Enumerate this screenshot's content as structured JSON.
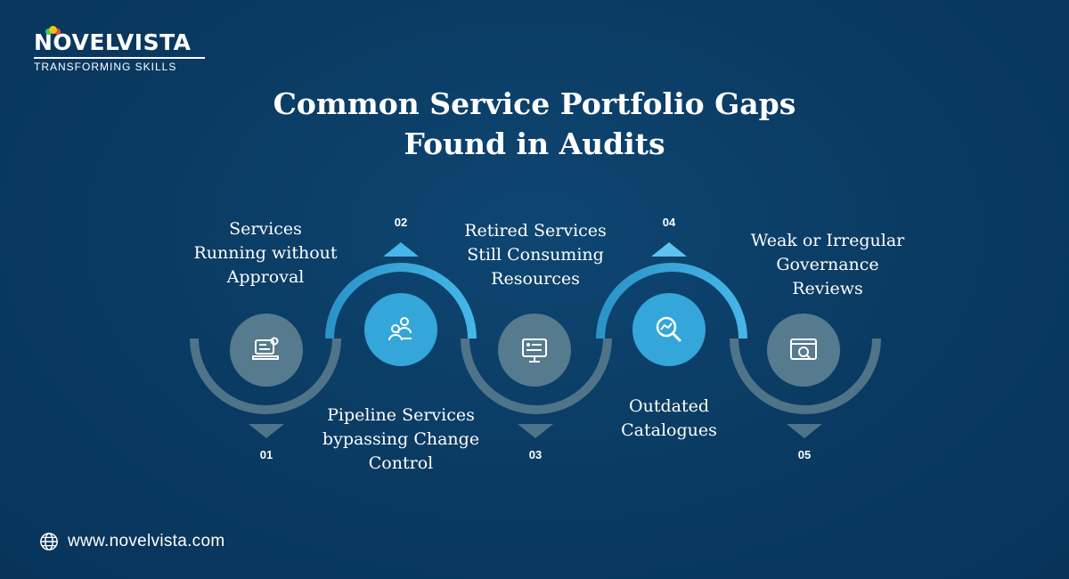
{
  "brand": {
    "name": "NOVELVISTA",
    "tagline": "TRANSFORMING SKILLS"
  },
  "title": {
    "line1": "Common Service Portfolio Gaps",
    "line2": "Found in Audits"
  },
  "steps": [
    {
      "number": "01",
      "lines": [
        "Services",
        "Running without",
        "Approval"
      ],
      "icon": "laptop-settings-icon"
    },
    {
      "number": "02",
      "lines": [
        "Pipeline Services",
        "bypassing Change",
        "Control"
      ],
      "icon": "people-users-icon"
    },
    {
      "number": "03",
      "lines": [
        "Retired Services",
        "Still Consuming",
        "Resources"
      ],
      "icon": "monitor-dashboard-icon"
    },
    {
      "number": "04",
      "lines": [
        "Outdated",
        "Catalogues"
      ],
      "icon": "magnifier-trend-icon"
    },
    {
      "number": "05",
      "lines": [
        "Weak or Irregular",
        "Governance",
        "Reviews"
      ],
      "icon": "browser-search-icon"
    }
  ],
  "footer": {
    "website": "www.novelvista.com",
    "icon": "globe-icon"
  },
  "colors": {
    "background": "#0b3b63",
    "arc_gray": "#4f7489",
    "arc_blue": "#2e9fd4",
    "node_gray": "#567a8e",
    "node_blue": "#34a6d9",
    "accent_light": "#5fc2ef"
  }
}
